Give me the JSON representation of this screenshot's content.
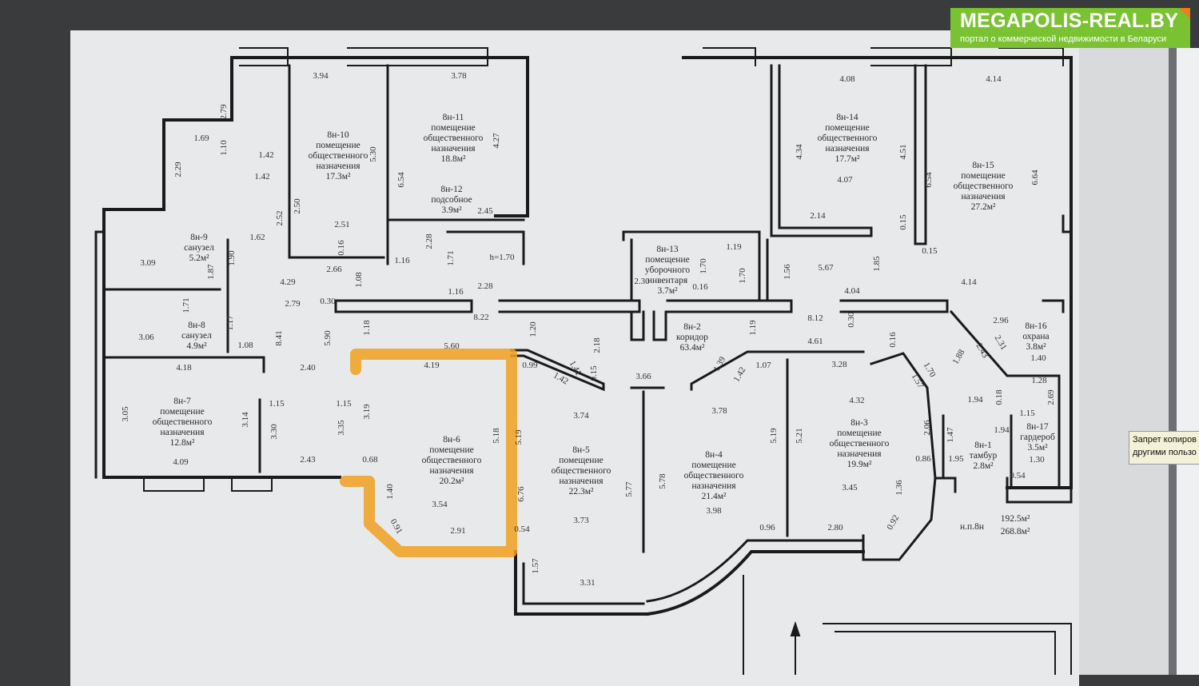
{
  "watermark": {
    "title": "MEGAPOLIS-REAL.BY",
    "subtitle": "портал о коммерческой недвижимости в Беларуси",
    "color": "#7ac231",
    "accent": "#f07d1a"
  },
  "tooltip": {
    "line1": "Запрет копиров",
    "line2": "другими пользо"
  },
  "highlight_color": "#f0a020",
  "highlighted_room": "8н-6",
  "rooms": [
    {
      "id": "8н-10",
      "lines": [
        "помещение",
        "общественного",
        "назначения",
        "17.3м²"
      ]
    },
    {
      "id": "8н-11",
      "lines": [
        "помещение",
        "общественного",
        "назначения",
        "18.8м²"
      ]
    },
    {
      "id": "8н-12",
      "lines": [
        "подсобное",
        "3.9м²"
      ]
    },
    {
      "id": "8н-9",
      "lines": [
        "санузел",
        "5.2м²"
      ]
    },
    {
      "id": "8н-8",
      "lines": [
        "санузел",
        "4.9м²"
      ]
    },
    {
      "id": "8н-7",
      "lines": [
        "помещение",
        "общественного",
        "назначения",
        "12.8м²"
      ]
    },
    {
      "id": "8н-6",
      "lines": [
        "помещение",
        "общественного",
        "назначения",
        "20.2м²"
      ]
    },
    {
      "id": "8н-5",
      "lines": [
        "помещение",
        "общественного",
        "назначения",
        "22.3м²"
      ]
    },
    {
      "id": "8н-4",
      "lines": [
        "помещение",
        "общественного",
        "назначения",
        "21.4м²"
      ]
    },
    {
      "id": "8н-3",
      "lines": [
        "помещение",
        "общественного",
        "назначения",
        "19.9м²"
      ]
    },
    {
      "id": "8н-2",
      "lines": [
        "коридор",
        "63.4м²"
      ]
    },
    {
      "id": "8н-13",
      "lines": [
        "помещение",
        "уборочного",
        "инвентаря",
        "3.7м²"
      ]
    },
    {
      "id": "8н-14",
      "lines": [
        "помещение",
        "общественного",
        "назначения",
        "17.7м²"
      ]
    },
    {
      "id": "8н-15",
      "lines": [
        "помещение",
        "общественного",
        "назначения",
        "27.2м²"
      ]
    },
    {
      "id": "8н-16",
      "lines": [
        "охрана",
        "3.8м²"
      ]
    },
    {
      "id": "8н-17",
      "lines": [
        "гардероб",
        "3.5м²"
      ]
    },
    {
      "id": "8н-1",
      "lines": [
        "тамбур",
        "2.8м²"
      ]
    }
  ],
  "totals": {
    "label": "н.п.8н",
    "area1": "192.5м²",
    "area2": "268.8м²"
  },
  "dimensions": [
    "3.94",
    "3.78",
    "2.79",
    "1.69",
    "1.10",
    "2.29",
    "1.42",
    "1.42",
    "5.30",
    "6.54",
    "4.27",
    "2.52",
    "2.50",
    "2.51",
    "2.45",
    "1.62",
    "1.90",
    "3.09",
    "1.87",
    "0.16",
    "1.16",
    "2.28",
    "1.71",
    "h=1.70",
    "2.66",
    "4.29",
    "1.08",
    "1.16",
    "2.28",
    "2.79",
    "0.30",
    "1.71",
    "8.22",
    "1.17",
    "3.06",
    "1.08",
    "8.41",
    "5.90",
    "1.18",
    "1.20",
    "2.18",
    "5.60",
    "4.19",
    "0.99",
    "1.41",
    "1.42",
    "0.15",
    "4.18",
    "2.40",
    "3.66",
    "1.39",
    "1.42",
    "1.07",
    "3.28",
    "4.61",
    "1.19",
    "8.12",
    "0.30",
    "1.15",
    "1.15",
    "3.19",
    "3.05",
    "3.14",
    "3.30",
    "3.35",
    "5.18",
    "5.19",
    "3.74",
    "3.78",
    "5.19",
    "5.21",
    "4.32",
    "2.06",
    "1.47",
    "2.43",
    "4.09",
    "0.68",
    "1.40",
    "3.54",
    "2.91",
    "0.91",
    "0.54",
    "6.76",
    "5.77",
    "5.78",
    "3.73",
    "3.98",
    "3.45",
    "0.96",
    "2.80",
    "0.92",
    "1.36",
    "0.86",
    "1.95",
    "1.57",
    "3.31",
    "4.08",
    "4.14",
    "4.34",
    "4.51",
    "6.54",
    "6.64",
    "4.07",
    "2.14",
    "0.15",
    "0.15",
    "5.67",
    "1.56",
    "1.85",
    "4.04",
    "4.14",
    "1.19",
    "1.70",
    "1.70",
    "2.30",
    "0.16",
    "2.96",
    "1.88",
    "1.94",
    "1.94",
    "0.18",
    "1.15",
    "1.28",
    "2.69",
    "1.40",
    "1.30",
    "0.54",
    "0.16",
    "1.70",
    "1.57",
    "2.31",
    "2.43"
  ]
}
